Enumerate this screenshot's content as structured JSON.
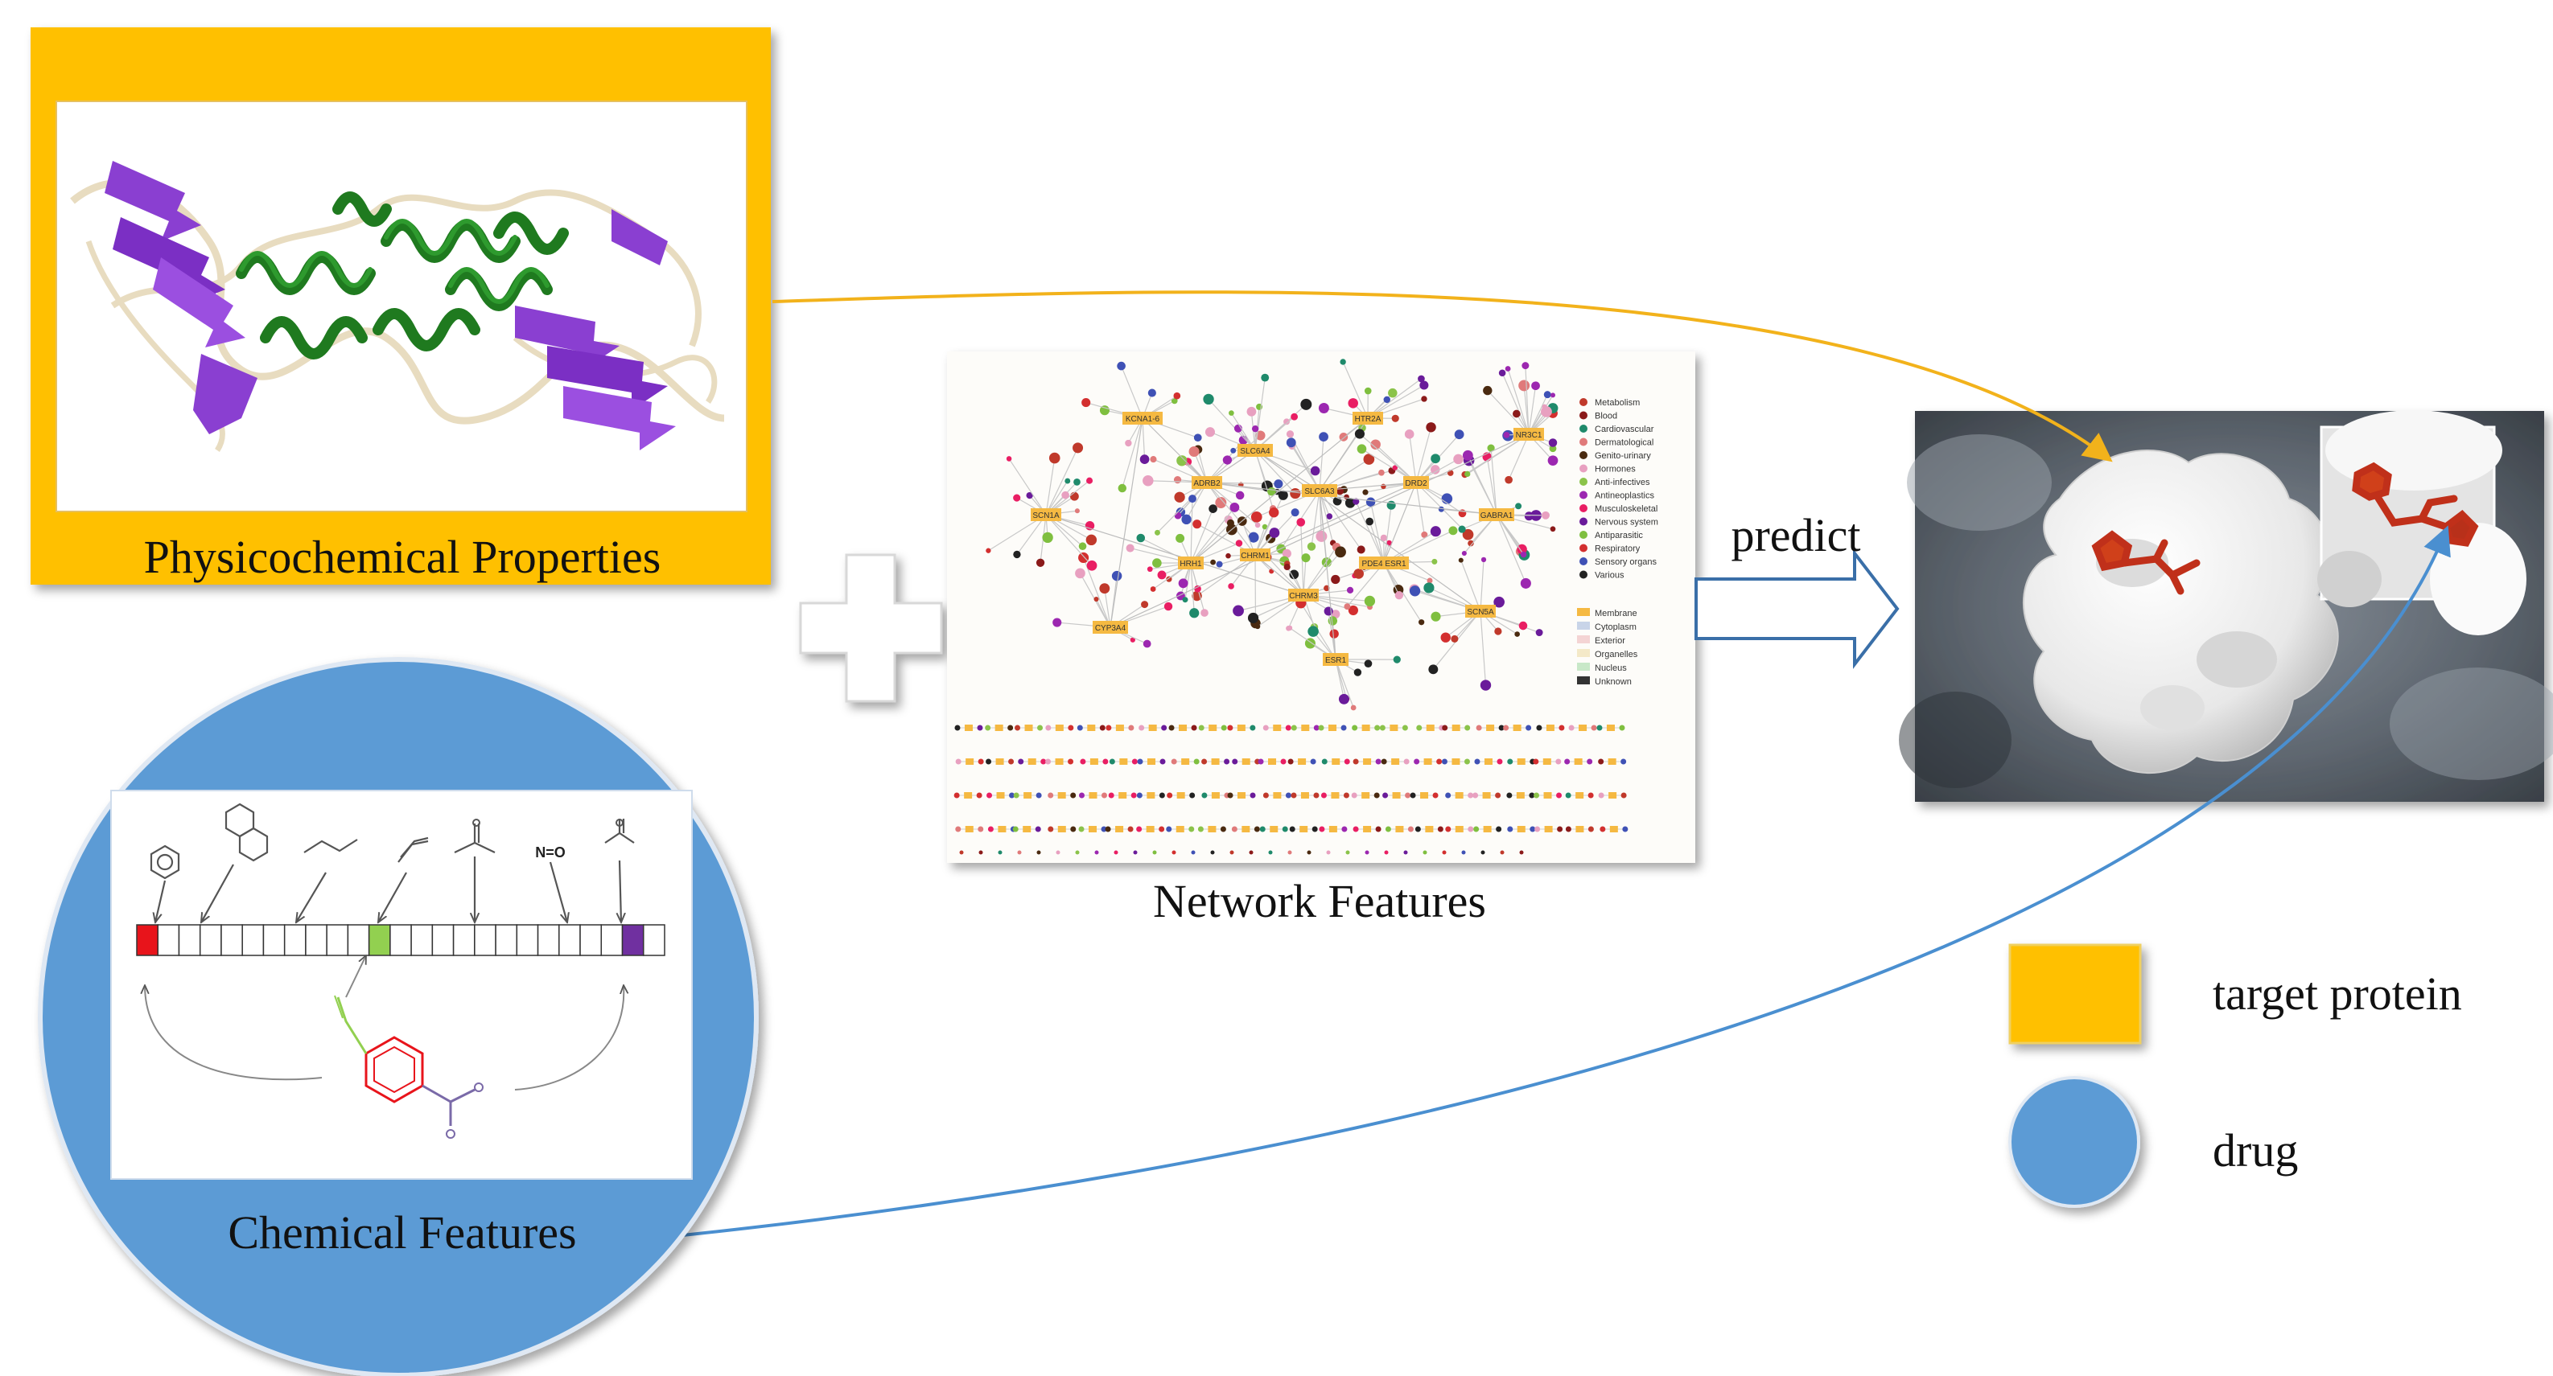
{
  "labels": {
    "physicochemical": "Physicochemical Properties",
    "network": "Network Features",
    "chemical": "Chemical Features",
    "predict": "predict",
    "legend_target": "target protein",
    "legend_drug": "drug"
  },
  "network_legend": {
    "categories": [
      {
        "name": "Metabolism",
        "color": "#c0392b"
      },
      {
        "name": "Blood",
        "color": "#8b1a1a"
      },
      {
        "name": "Cardiovascular",
        "color": "#1f8a6b"
      },
      {
        "name": "Dermatological",
        "color": "#e07a7a"
      },
      {
        "name": "Genito-urinary",
        "color": "#4a2a10"
      },
      {
        "name": "Hormones",
        "color": "#e8a0c0"
      },
      {
        "name": "Anti-infectives",
        "color": "#8bc34a"
      },
      {
        "name": "Antineoplastics",
        "color": "#9c27b0"
      },
      {
        "name": "Musculoskeletal",
        "color": "#e91e63"
      },
      {
        "name": "Nervous system",
        "color": "#6a1b9a"
      },
      {
        "name": "Antiparasitic",
        "color": "#7fbf3f"
      },
      {
        "name": "Respiratory",
        "color": "#d32f2f"
      },
      {
        "name": "Sensory organs",
        "color": "#3f51b5"
      },
      {
        "name": "Various",
        "color": "#222222"
      }
    ],
    "locations": [
      {
        "name": "Membrane",
        "color": "#f5b942"
      },
      {
        "name": "Cytoplasm",
        "color": "#c8d4e8"
      },
      {
        "name": "Exterior",
        "color": "#f4d4d4"
      },
      {
        "name": "Organelles",
        "color": "#f4e9c8"
      },
      {
        "name": "Nucleus",
        "color": "#c8e8c8"
      },
      {
        "name": "Unknown",
        "color": "#333333"
      }
    ],
    "gene_labels": [
      "KCNA1-6",
      "ADRB2",
      "SLC6A4",
      "SLC6A3",
      "HTR2A",
      "DRD2",
      "CHRM1",
      "HRH1",
      "CHRM3",
      "PDE4 ESR1",
      "SCN5A",
      "GABRA1",
      "CYP3A4",
      "SCN1A",
      "ESR1",
      "NR3C1"
    ]
  },
  "colors": {
    "gold": "#ffc000",
    "blue": "#5b9bd5",
    "arrow_gold": "#f2b21b",
    "arrow_blue": "#4a8fd0",
    "fp_red": "#e8141b",
    "fp_green": "#92d050",
    "fp_purple": "#7030a0"
  },
  "fingerprint": {
    "cells": 25,
    "highlighted": [
      {
        "index": 0,
        "color": "#e8141b"
      },
      {
        "index": 11,
        "color": "#92d050"
      },
      {
        "index": 23,
        "color": "#7030a0"
      }
    ]
  },
  "fragment_labels": [
    "N=O"
  ]
}
